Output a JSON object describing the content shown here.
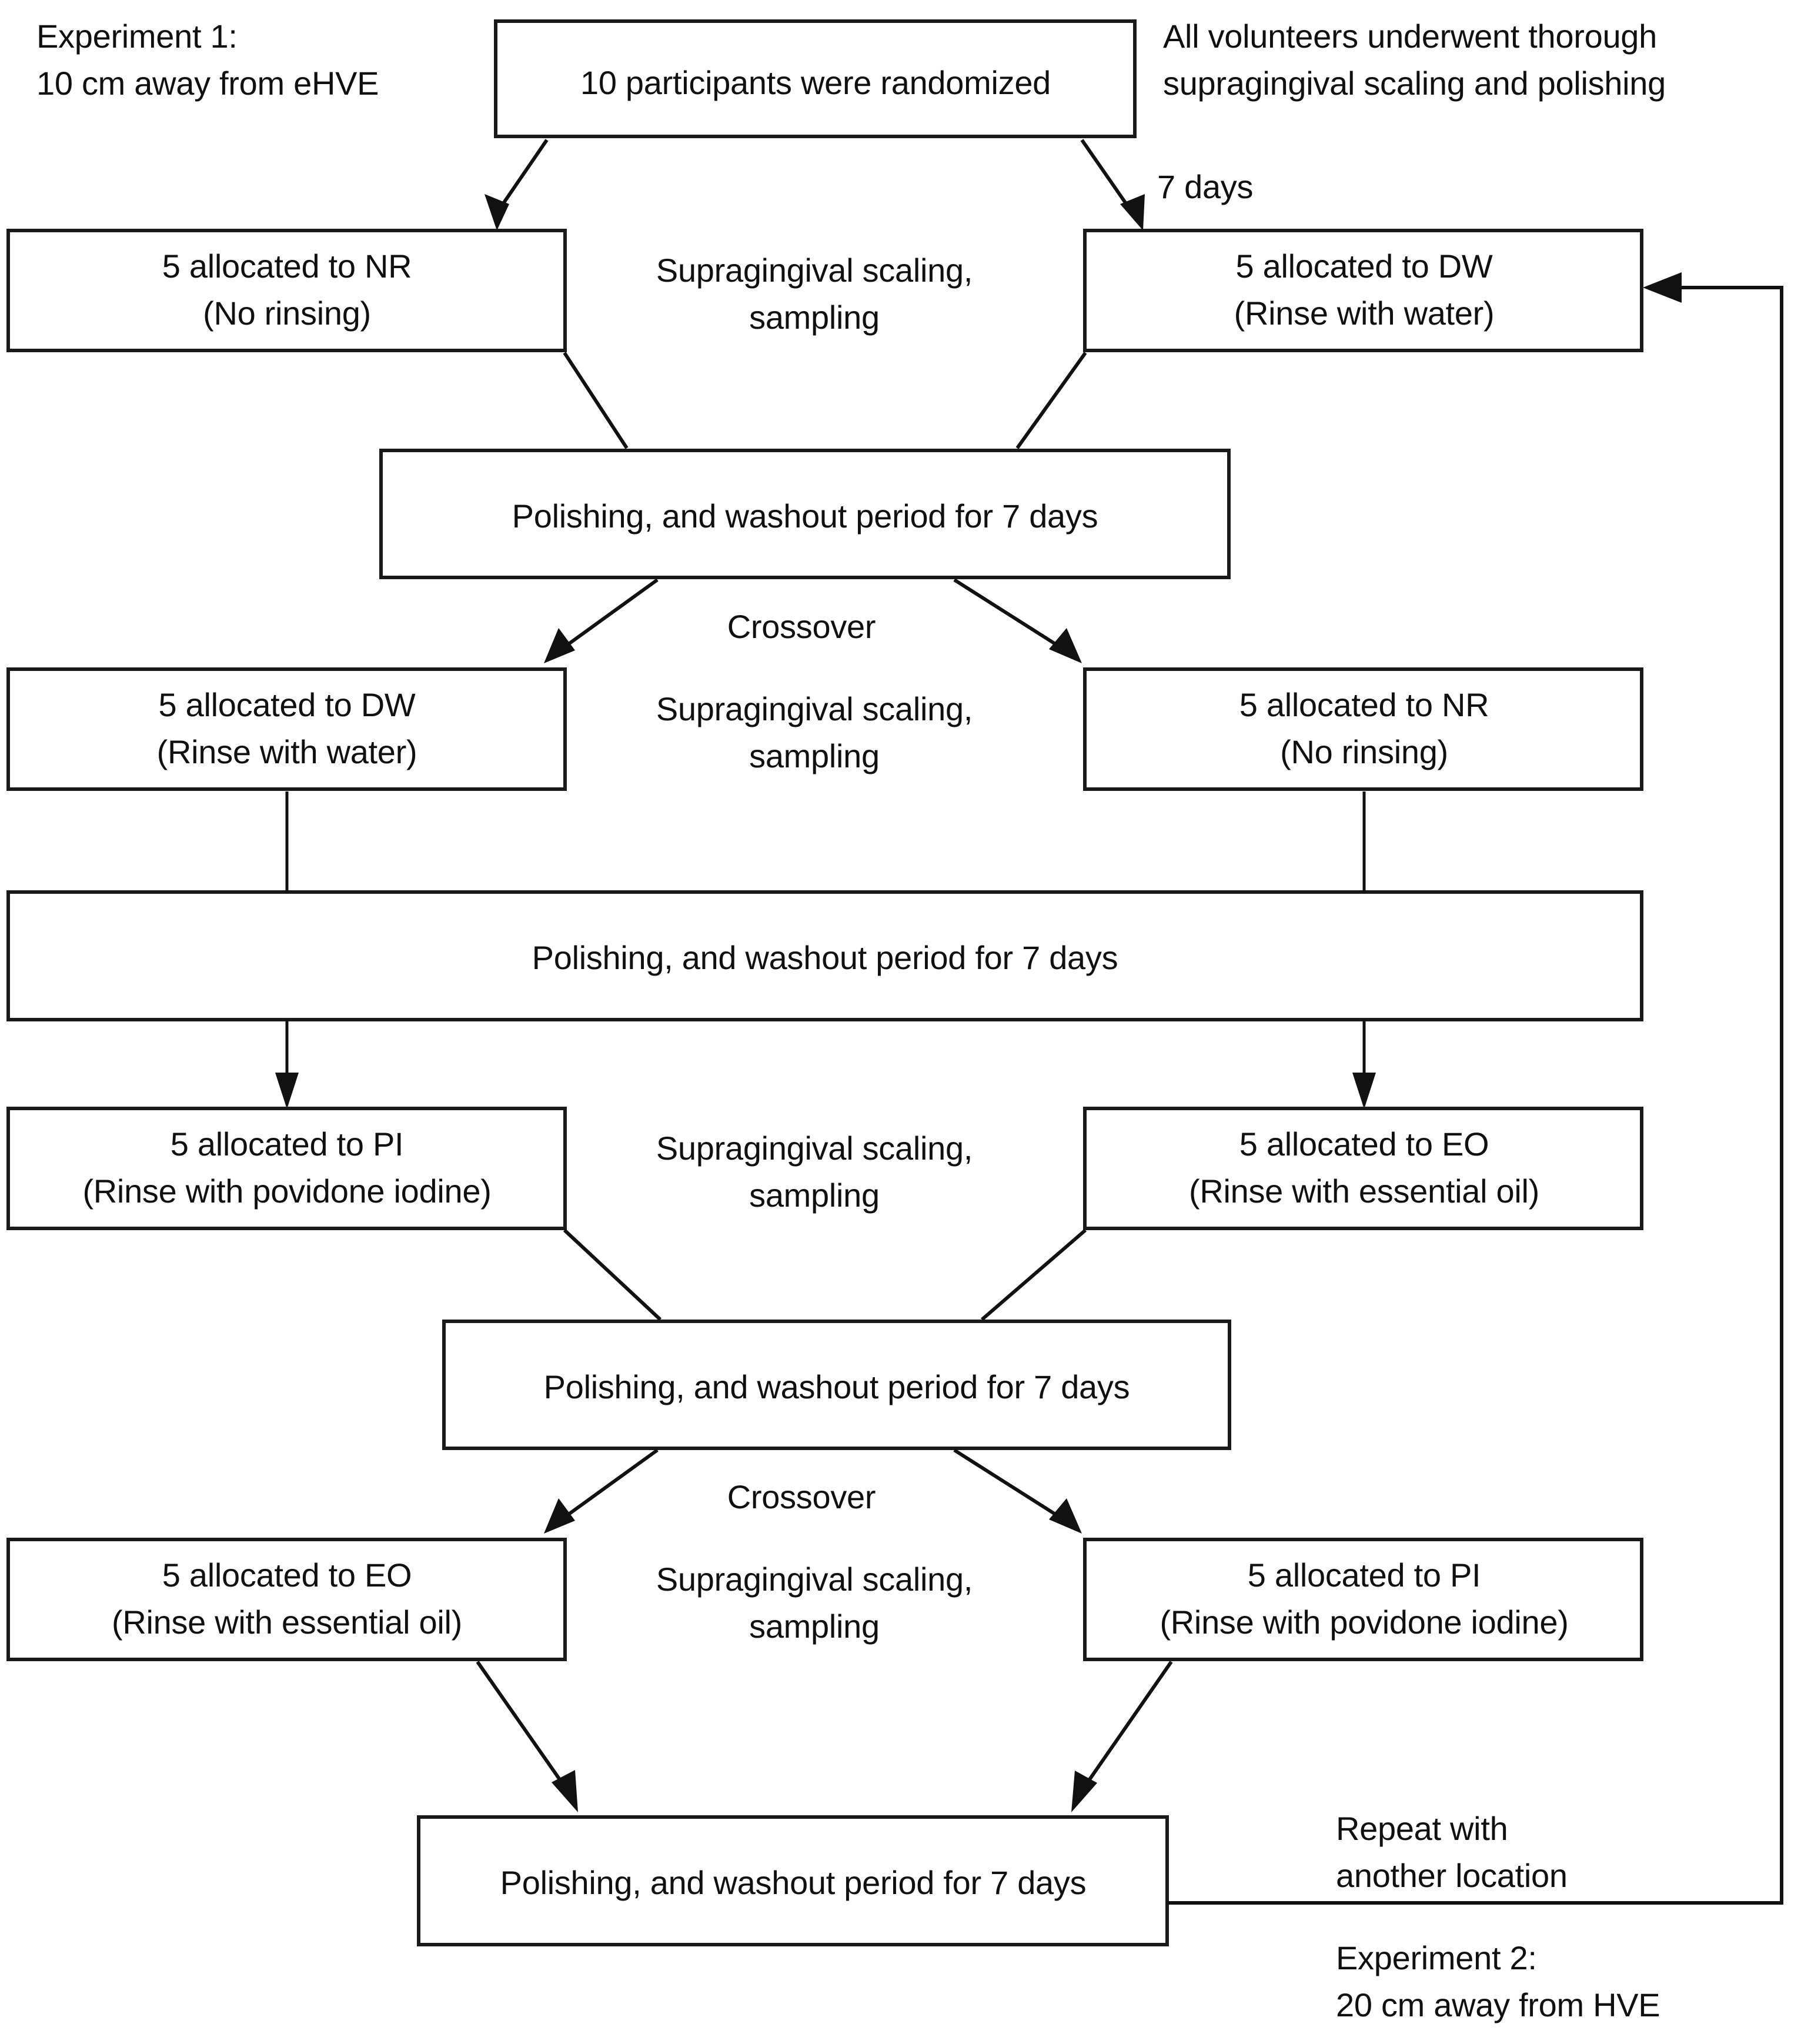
{
  "figure": {
    "type": "flowchart",
    "title": "Crossover study design flowchart",
    "colors": {
      "background": "#ffffff",
      "stroke": "#1a1a1a",
      "text": "#101010"
    }
  },
  "annotations": {
    "experiment1_line1": "Experiment 1:",
    "experiment1_line2": "10 cm away from eHVE",
    "preparation_line1": "All volunteers underwent thorough",
    "preparation_line2": "supragingival scaling and polishing",
    "duration_7days": "7 days",
    "scaling_sampling_line1": "Supragingival scaling,",
    "scaling_sampling_line2": "sampling",
    "crossover": "Crossover",
    "repeat_line1": "Repeat with",
    "repeat_line2": "another location",
    "experiment2_line1": "Experiment 2:",
    "experiment2_line2": "20 cm away from HVE"
  },
  "nodes": {
    "randomization": {
      "line1": "10 participants were randomized"
    },
    "stage1_left": {
      "line1": "5 allocated to NR",
      "line2": "(No rinsing)"
    },
    "stage1_right": {
      "line1": "5 allocated to DW",
      "line2": "(Rinse with water)"
    },
    "washout1": {
      "line1": "Polishing, and washout period for 7 days"
    },
    "stage2_left": {
      "line1": "5 allocated to DW",
      "line2": "(Rinse with water)"
    },
    "stage2_right": {
      "line1": "5 allocated to NR",
      "line2": "(No rinsing)"
    },
    "washout2": {
      "line1": "Polishing, and washout period for 7 days"
    },
    "stage3_left": {
      "line1": "5 allocated to PI",
      "line2": "(Rinse with povidone iodine)"
    },
    "stage3_right": {
      "line1": "5 allocated to EO",
      "line2": "(Rinse with essential oil)"
    },
    "washout3": {
      "line1": "Polishing, and washout period for 7 days"
    },
    "stage4_left": {
      "line1": "5 allocated to EO",
      "line2": "(Rinse with essential oil)"
    },
    "stage4_right": {
      "line1": "5 allocated to PI",
      "line2": "(Rinse with povidone iodine)"
    },
    "washout4": {
      "line1": "Polishing, and washout period for 7 days"
    }
  }
}
